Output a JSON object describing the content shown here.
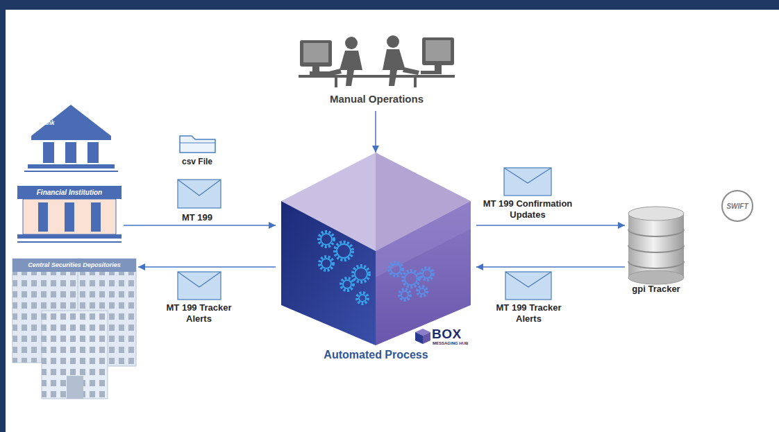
{
  "diagram": {
    "nodes": [
      {
        "text": [
          "Manual Operations"
        ]
      },
      {
        "text": [
          "Bank"
        ]
      },
      {
        "text": [
          "Financial Institution"
        ]
      },
      {
        "text": [
          "Central Securities Depositories"
        ]
      },
      {
        "text": [
          "Automated Process"
        ]
      },
      {
        "text": [
          "gpi Tracker"
        ]
      }
    ],
    "edges": [
      {
        "from": 0,
        "to": 4,
        "arrow": "to"
      },
      {
        "from": 2,
        "to": 4,
        "label": "MT 199",
        "arrow": "to"
      },
      {
        "from": 4,
        "to": 3,
        "label": "MT 199 Tracker Alerts",
        "arrow": "to"
      },
      {
        "from": 4,
        "to": 5,
        "label": "MT 199 Confirmation Updates",
        "arrow": "to"
      },
      {
        "from": 5,
        "to": 4,
        "label": "MT 199 Tracker Alerts",
        "arrow": "to"
      }
    ],
    "labels": [
      "csv File",
      "BOX",
      "MESSAGING HUB",
      "SWIFT"
    ]
  }
}
